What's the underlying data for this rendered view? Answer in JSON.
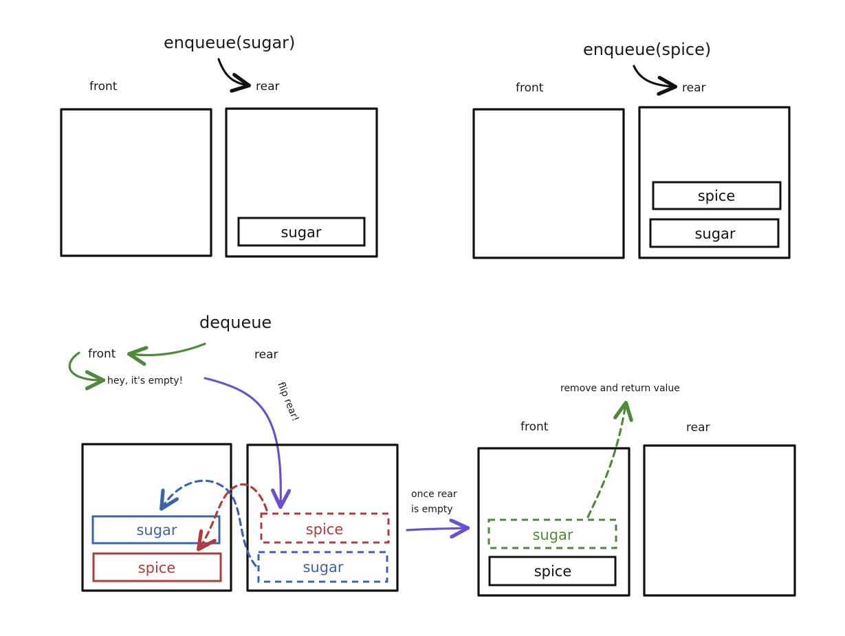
{
  "colors": {
    "ink": "#111111",
    "green": "#4e8a3a",
    "purple": "#6a4fd1",
    "blue": "#3b63b0",
    "red": "#b33a3a"
  },
  "panel_top_left": {
    "operation": "enqueue(sugar)",
    "front_label": "front",
    "rear_label": "rear",
    "rear_items": [
      "sugar"
    ]
  },
  "panel_top_right": {
    "operation": "enqueue(spice)",
    "front_label": "front",
    "rear_label": "rear",
    "rear_items": [
      "spice",
      "sugar"
    ]
  },
  "panel_bottom_left": {
    "operation": "dequeue",
    "front_label": "front",
    "rear_label": "rear",
    "empty_note": "hey, it's empty!",
    "flip_note": "flip rear!",
    "front_items": [
      "sugar",
      "spice"
    ],
    "rear_items": [
      "spice",
      "sugar"
    ]
  },
  "transition_note_line1": "once rear",
  "transition_note_line2": "is empty",
  "panel_bottom_right": {
    "front_label": "front",
    "rear_label": "rear",
    "return_note": "remove and return value",
    "front_items": [
      "sugar",
      "spice"
    ]
  }
}
